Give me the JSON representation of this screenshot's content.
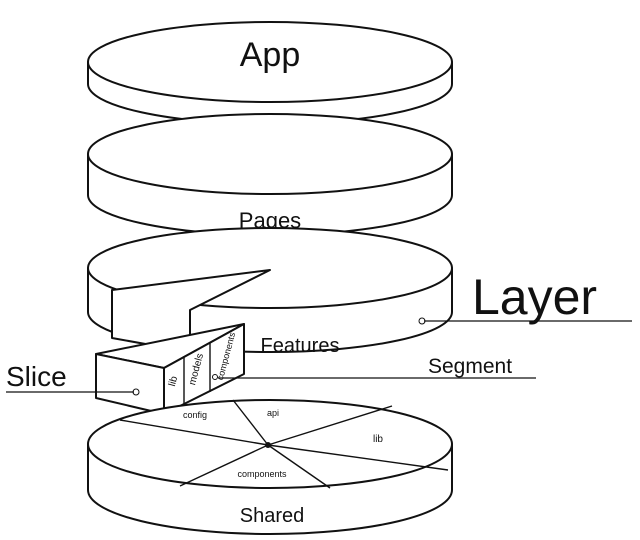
{
  "layers": {
    "app": "App",
    "pages": "Pages",
    "features": "Features",
    "shared": "Shared"
  },
  "segments": {
    "lib": "lib",
    "models": "models",
    "components": "components"
  },
  "shared_segments": {
    "config": "config",
    "api": "api",
    "lib": "lib",
    "components": "components"
  },
  "callouts": {
    "layer": "Layer",
    "slice": "Slice",
    "segment": "Segment"
  },
  "colors": {
    "stroke": "#111111",
    "fill": "#ffffff"
  }
}
